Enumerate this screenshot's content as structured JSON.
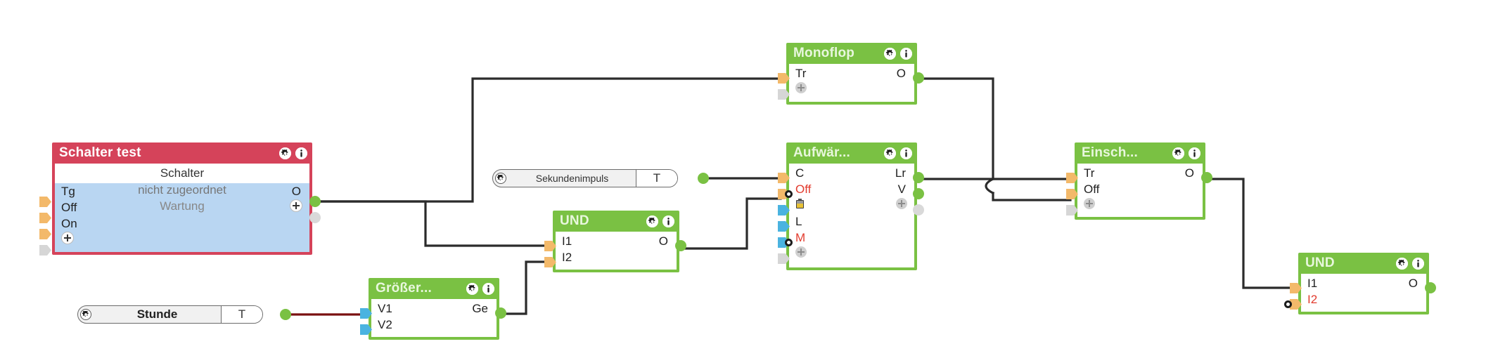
{
  "app": {
    "kind": "logic-diagram-editor",
    "background": "#ffffff"
  },
  "colors": {
    "green_header": "#7ac143",
    "red_header": "#d5435a",
    "node_body": "#ffffff",
    "schalter_body": "#b9d6f2",
    "port_orange": "#f3b96a",
    "port_blue": "#4ab3e0",
    "port_gray": "#d6d6d6",
    "out_active": "#7ac143",
    "out_inactive": "#d9d9d9",
    "wire_black": "#2b2b2b",
    "wire_red": "#7a1111",
    "label_red": "#e23b2e"
  },
  "nodes": [
    {
      "id": "schalter-test",
      "title": "Schalter test",
      "header_color": "red",
      "subtitle": "Schalter",
      "status_lines": [
        "nicht zugeordnet",
        "Wartung"
      ],
      "inputs": [
        {
          "label": "Tg",
          "port": "orange"
        },
        {
          "label": "Off",
          "port": "orange"
        },
        {
          "label": "On",
          "port": "orange"
        },
        {
          "label": "+",
          "port": "gray"
        }
      ],
      "outputs": [
        {
          "label": "O",
          "state": "active"
        },
        {
          "label": "+",
          "state": "inactive"
        }
      ]
    },
    {
      "id": "monoflop",
      "title": "Monoflop",
      "header_color": "green",
      "inputs": [
        {
          "label": "Tr",
          "port": "orange"
        },
        {
          "label": "+",
          "port": "gray"
        }
      ],
      "outputs": [
        {
          "label": "O",
          "state": "active"
        }
      ]
    },
    {
      "id": "aufwaerts",
      "title": "Aufwär...",
      "header_color": "green",
      "inputs": [
        {
          "label": "C",
          "port": "orange",
          "red": false,
          "dot": false
        },
        {
          "label": "Off",
          "port": "orange",
          "red": true,
          "dot": true
        },
        {
          "label": "",
          "port": "blue",
          "icon": "battery-icon",
          "dot": false
        },
        {
          "label": "L",
          "port": "blue",
          "red": false,
          "dot": false
        },
        {
          "label": "M",
          "port": "blue",
          "red": true,
          "dot": true
        },
        {
          "label": "+",
          "port": "gray"
        }
      ],
      "outputs": [
        {
          "label": "Lr",
          "state": "active"
        },
        {
          "label": "V",
          "state": "active"
        },
        {
          "label": "+",
          "state": "inactive"
        }
      ]
    },
    {
      "id": "einschalt",
      "title": "Einsch...",
      "header_color": "green",
      "inputs": [
        {
          "label": "Tr",
          "port": "orange"
        },
        {
          "label": "Off",
          "port": "orange"
        },
        {
          "label": "+",
          "port": "gray"
        }
      ],
      "outputs": [
        {
          "label": "O",
          "state": "active"
        }
      ]
    },
    {
      "id": "und-1",
      "title": "UND",
      "header_color": "green",
      "inputs": [
        {
          "label": "I1",
          "port": "orange"
        },
        {
          "label": "I2",
          "port": "orange"
        }
      ],
      "outputs": [
        {
          "label": "O",
          "state": "active"
        }
      ]
    },
    {
      "id": "und-2",
      "title": "UND",
      "header_color": "green",
      "inputs": [
        {
          "label": "I1",
          "port": "orange",
          "red": false,
          "dot": false
        },
        {
          "label": "I2",
          "port": "orange",
          "red": true,
          "dot": true
        }
      ],
      "outputs": [
        {
          "label": "O",
          "state": "active"
        }
      ]
    },
    {
      "id": "groesser",
      "title": "Größer...",
      "header_color": "green",
      "inputs": [
        {
          "label": "V1",
          "port": "blue"
        },
        {
          "label": "V2",
          "port": "blue"
        }
      ],
      "outputs": [
        {
          "label": "Ge",
          "state": "active"
        }
      ]
    }
  ],
  "widgets": [
    {
      "id": "sekundenimpuls",
      "name": "Sekundenimpuls",
      "type_label": "T",
      "icon": "gear-icon"
    },
    {
      "id": "stunde",
      "name": "Stunde",
      "type_label": "T",
      "icon": "gear-icon"
    }
  ],
  "icons": {
    "gear": "gear-icon",
    "info": "info-icon",
    "battery": "battery-icon"
  }
}
